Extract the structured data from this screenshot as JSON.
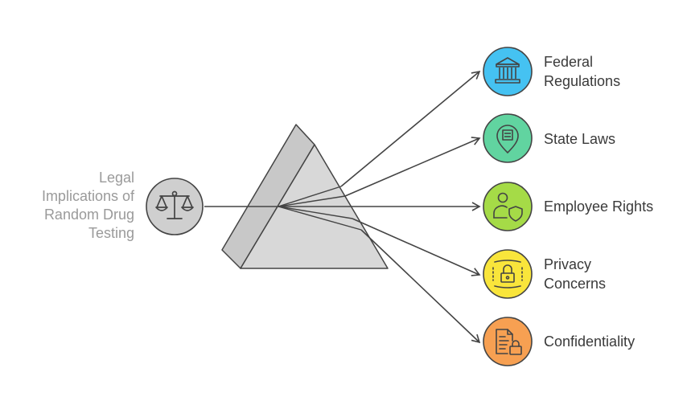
{
  "source": {
    "title_lines": [
      "Legal",
      "Implications of",
      "Random Drug",
      "Testing"
    ],
    "icon": "scales-of-justice-icon"
  },
  "outputs": [
    {
      "lines": [
        "Federal",
        "Regulations"
      ],
      "icon": "courthouse-icon",
      "color": "#45C2F2"
    },
    {
      "lines": [
        "State Laws"
      ],
      "icon": "map-pin-document-icon",
      "color": "#61D4A0"
    },
    {
      "lines": [
        "Employee Rights"
      ],
      "icon": "user-shield-icon",
      "color": "#A5DB47"
    },
    {
      "lines": [
        "Privacy",
        "Concerns"
      ],
      "icon": "padlock-icon",
      "color": "#F9E53B"
    },
    {
      "lines": [
        "Confidentiality"
      ],
      "icon": "locked-document-icon",
      "color": "#F7A052"
    }
  ]
}
